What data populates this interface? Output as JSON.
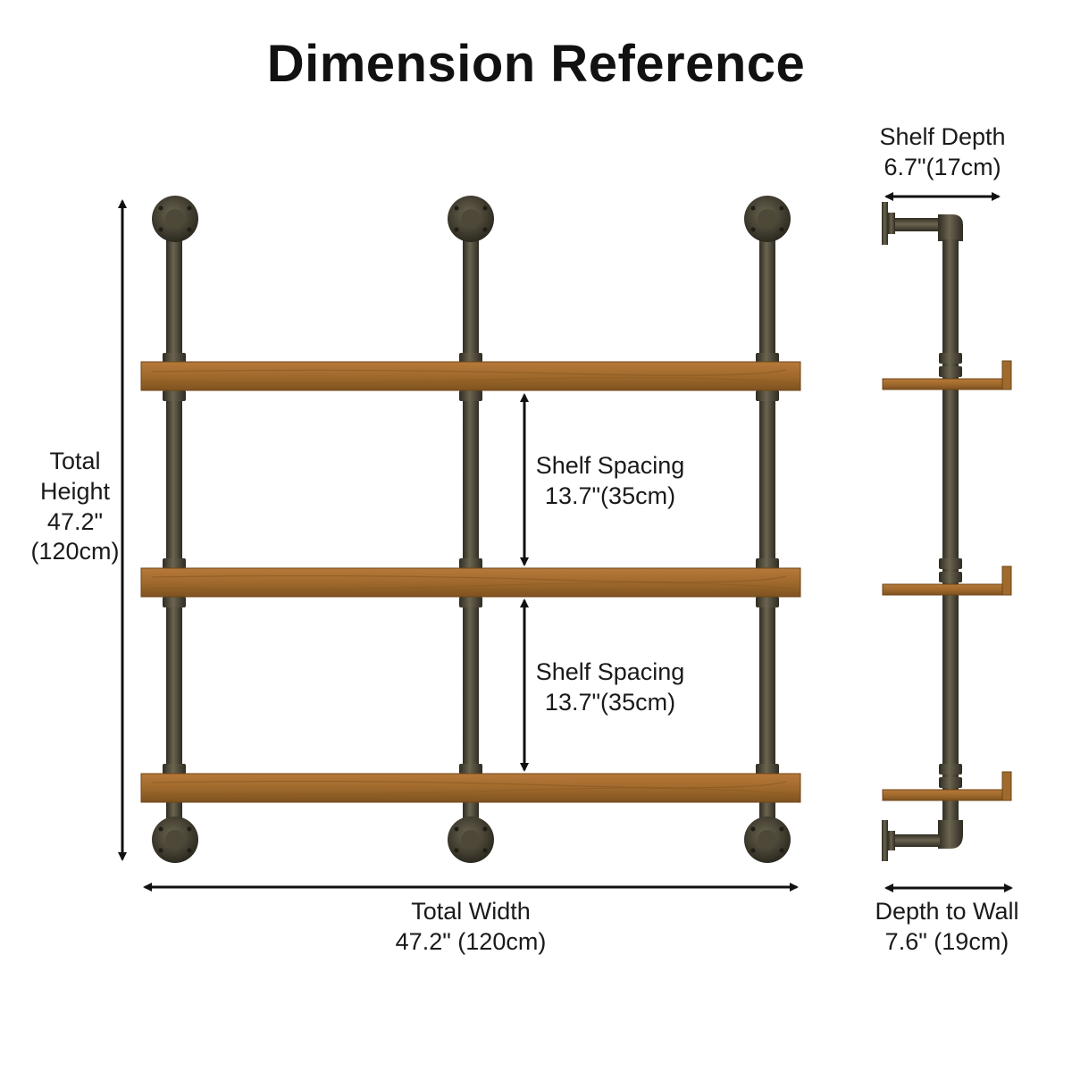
{
  "title": "Dimension Reference",
  "total_height": {
    "name_line1": "Total",
    "name_line2": "Height",
    "value_in": "47.2\"",
    "value_cm": "(120cm)"
  },
  "total_width": {
    "name": "Total Width",
    "value": "47.2\" (120cm)"
  },
  "shelf_spacing_upper": {
    "name": "Shelf Spacing",
    "value": "13.7\"(35cm)"
  },
  "shelf_spacing_lower": {
    "name": "Shelf Spacing",
    "value": "13.7\"(35cm)"
  },
  "shelf_depth": {
    "name": "Shelf Depth",
    "value": "6.7\"(17cm)"
  },
  "depth_to_wall": {
    "name": "Depth to Wall",
    "value": "7.6\" (19cm)"
  },
  "colors": {
    "pipe": "#4a4535",
    "pipe_highlight": "#6b6450",
    "wood": "#a06a2c",
    "wood_light": "#c4873d",
    "wood_dark": "#7a4e1e",
    "arrow": "#111111"
  }
}
